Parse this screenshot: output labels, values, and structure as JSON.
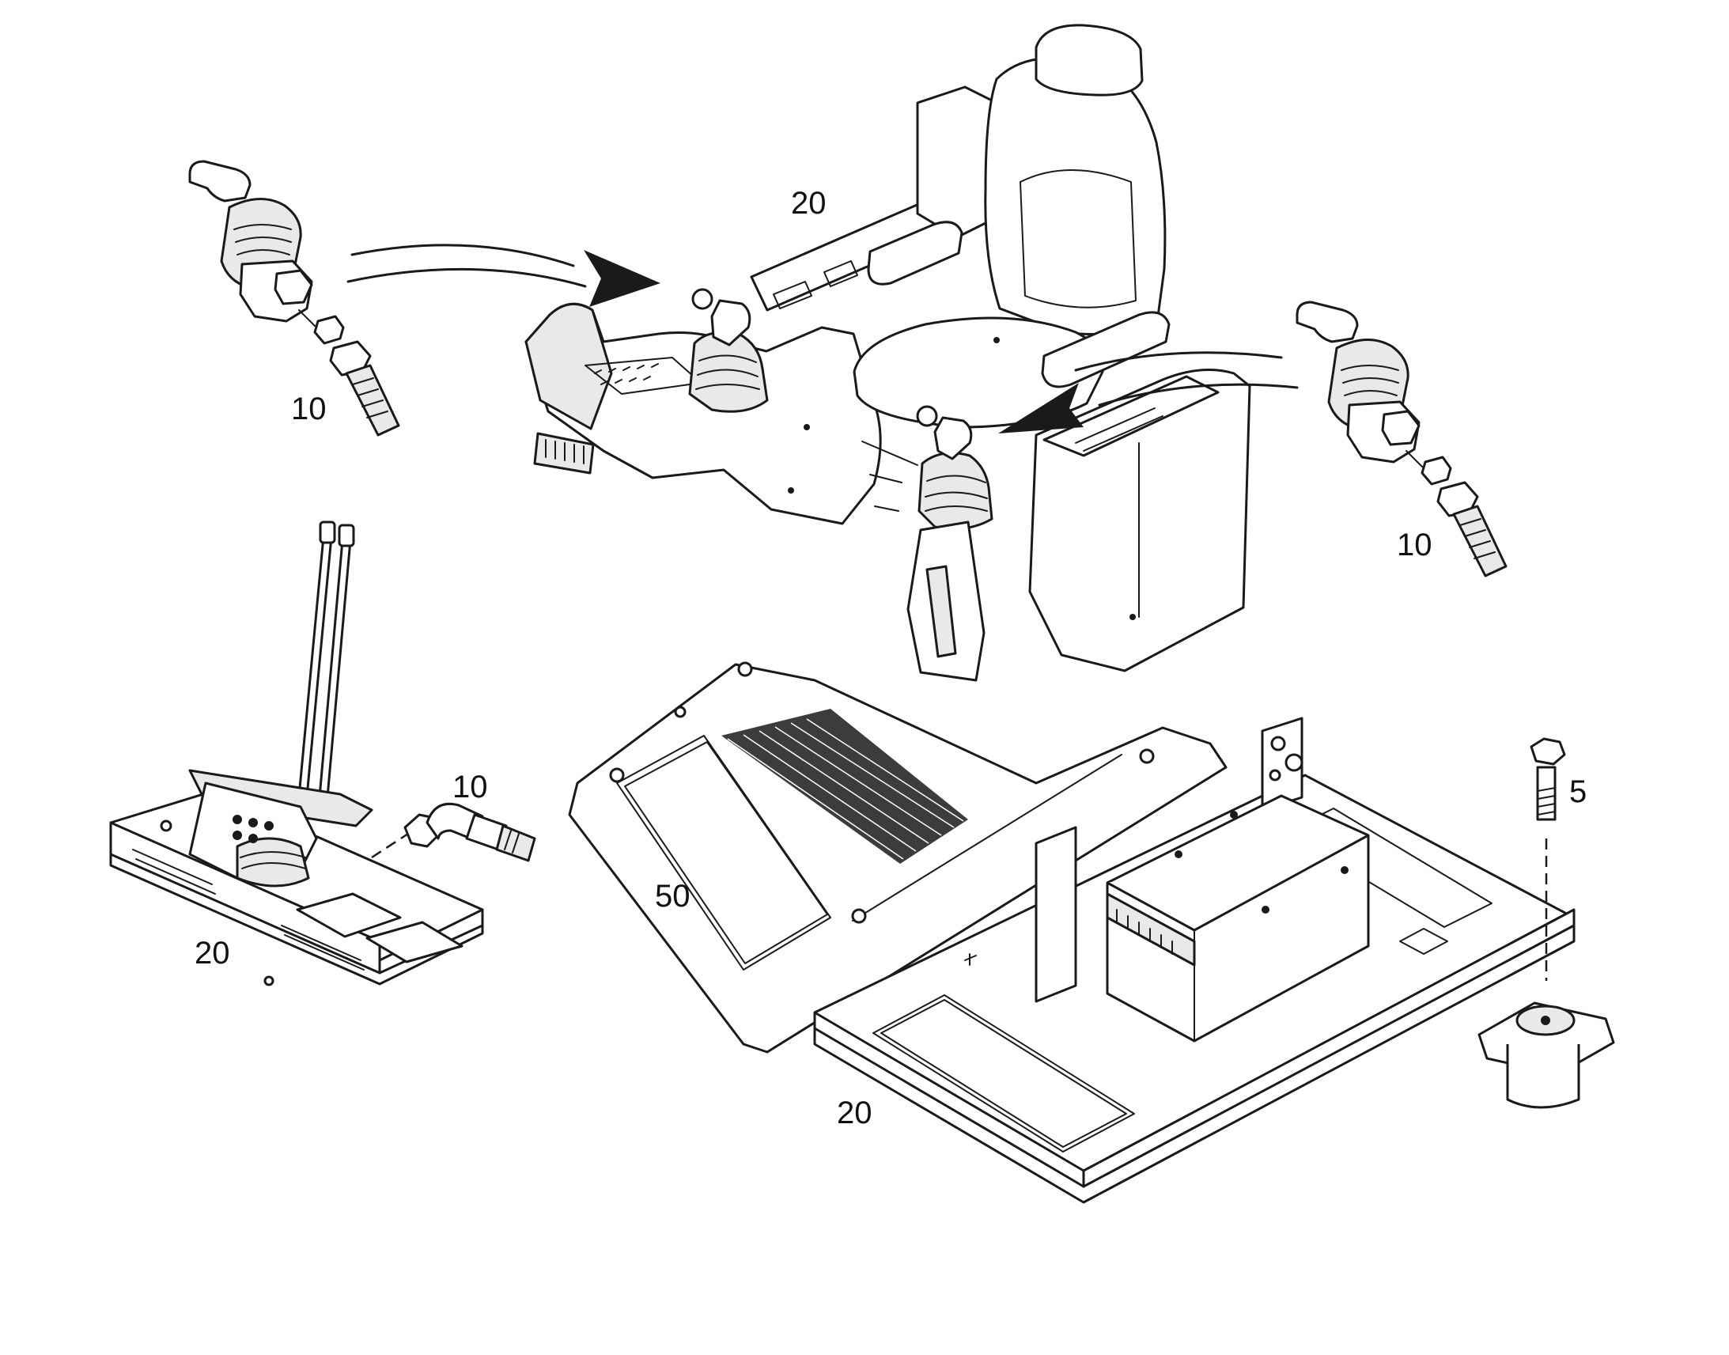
{
  "callouts": {
    "cab_console": "20",
    "joystick_left": "10",
    "joystick_right": "10",
    "pedal_hose": "10",
    "pedal_base": "20",
    "floor_mat": "50",
    "floor_plate": "20",
    "bolt": "5"
  },
  "colors": {
    "line": "#1a1a1a",
    "shade": "#e9e9e9",
    "background": "#ffffff"
  }
}
